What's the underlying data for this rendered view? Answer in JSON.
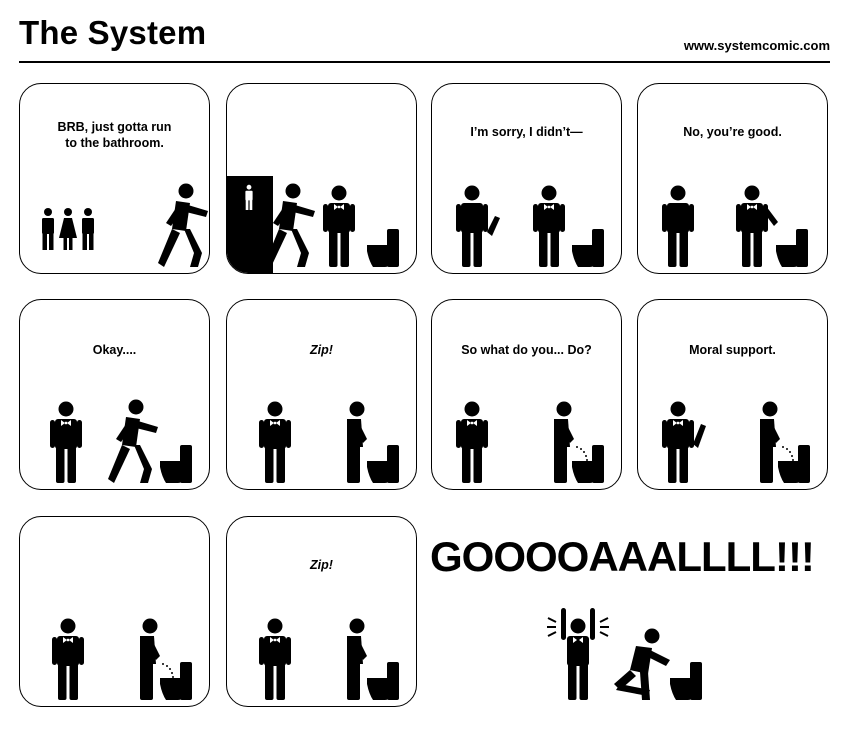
{
  "header": {
    "title": "The System",
    "url": "www.systemcomic.com"
  },
  "panels": [
    {
      "caption": "BRB, just gotta run\nto the bathroom.",
      "italic": false
    },
    {
      "caption": "",
      "italic": false
    },
    {
      "caption": "I’m sorry, I didn’t—",
      "italic": false
    },
    {
      "caption": "No, you’re good.",
      "italic": false
    },
    {
      "caption": "Okay....",
      "italic": false
    },
    {
      "caption": "Zip!",
      "italic": true
    },
    {
      "caption": "So what do you... Do?",
      "italic": false
    },
    {
      "caption": "Moral support.",
      "italic": false
    },
    {
      "caption": "",
      "italic": false
    },
    {
      "caption": "Zip!",
      "italic": true
    }
  ],
  "finale": {
    "exclamation": "GOOOOAAALLLL!!!"
  },
  "colors": {
    "ink": "#000000",
    "paper": "#ffffff"
  }
}
